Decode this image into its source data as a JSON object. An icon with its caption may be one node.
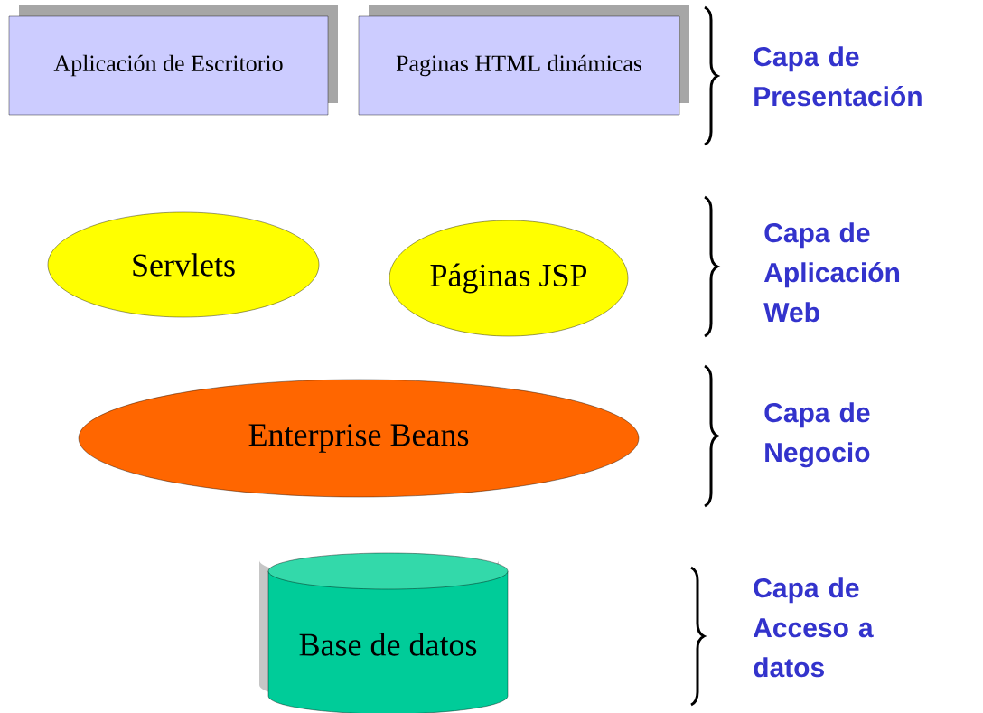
{
  "diagram": {
    "nodes": [
      {
        "text": [
          "Aplicación de Escritorio"
        ]
      },
      {
        "text": [
          "Paginas HTML dinámicas"
        ]
      },
      {
        "text": [
          "Servlets"
        ]
      },
      {
        "text": [
          "Páginas JSP"
        ]
      },
      {
        "text": [
          "Enterprise Beans"
        ]
      },
      {
        "text": [
          "Base de datos"
        ]
      }
    ],
    "labels": [
      "Capa de Presentación",
      "Capa de Aplicación Web",
      "Capa de Negocio",
      "Capa de Acceso a datos"
    ]
  }
}
